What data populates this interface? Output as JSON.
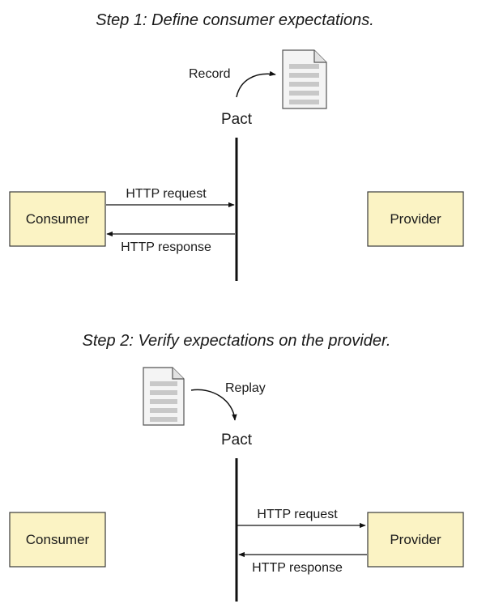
{
  "colors": {
    "box_fill": "#fbf3c4",
    "box_stroke": "#3a3a3a",
    "line": "#111111",
    "document_fill": "#f4f4f4",
    "document_lines": "#c8c8c8"
  },
  "icons": {
    "document": "document-icon",
    "curved_arrow": "curved-arrow-icon"
  },
  "step1": {
    "title": "Step 1: Define consumer expectations.",
    "record_label": "Record",
    "pact_label": "Pact",
    "consumer_label": "Consumer",
    "provider_label": "Provider",
    "request_label": "HTTP request",
    "response_label": "HTTP response"
  },
  "step2": {
    "title": "Step 2: Verify expectations on the provider.",
    "replay_label": "Replay",
    "pact_label": "Pact",
    "consumer_label": "Consumer",
    "provider_label": "Provider",
    "request_label": "HTTP request",
    "response_label": "HTTP response"
  }
}
